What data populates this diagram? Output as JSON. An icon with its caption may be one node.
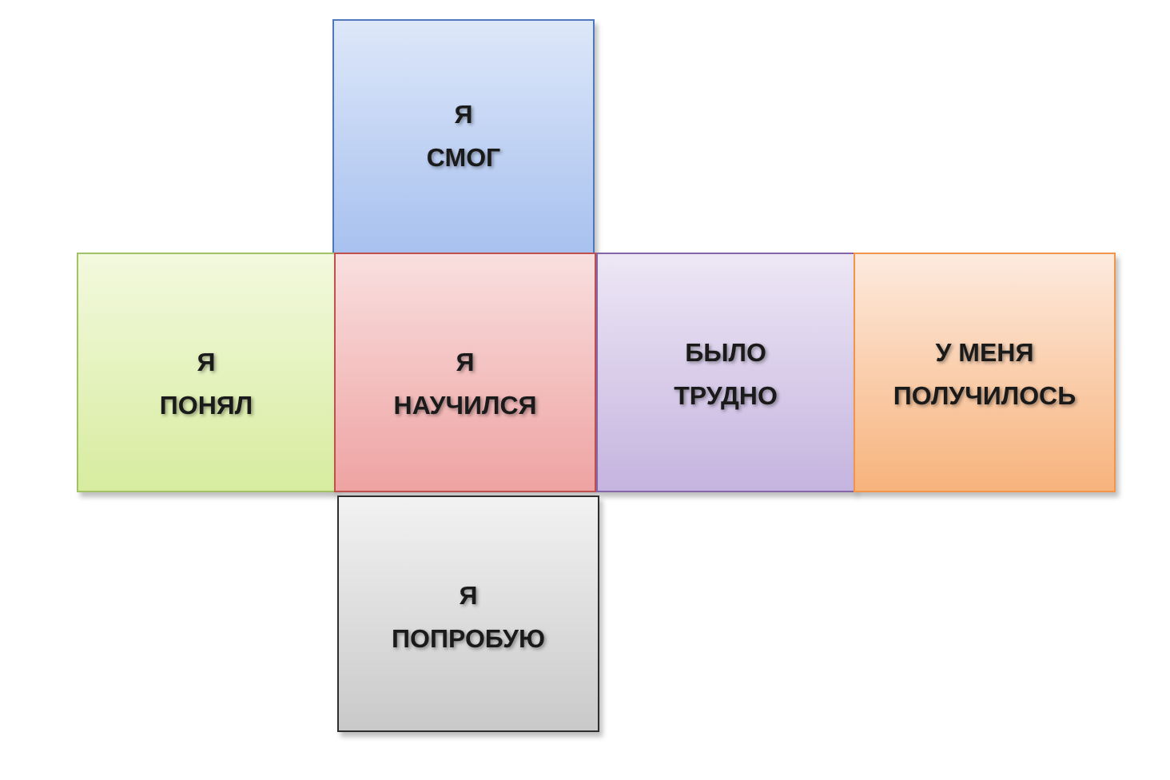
{
  "diagram": {
    "nodes": [
      {
        "text": [
          "Я СМОГ"
        ]
      },
      {
        "text": [
          "Я ПОНЯЛ"
        ]
      },
      {
        "text": [
          "Я НАУЧИЛСЯ"
        ]
      },
      {
        "text": [
          "БЫЛО ТРУДНО"
        ]
      },
      {
        "text": [
          "У МЕНЯ ПОЛУЧИЛОСЬ"
        ]
      },
      {
        "text": [
          "Я ПОПРОБУЮ"
        ]
      }
    ]
  }
}
